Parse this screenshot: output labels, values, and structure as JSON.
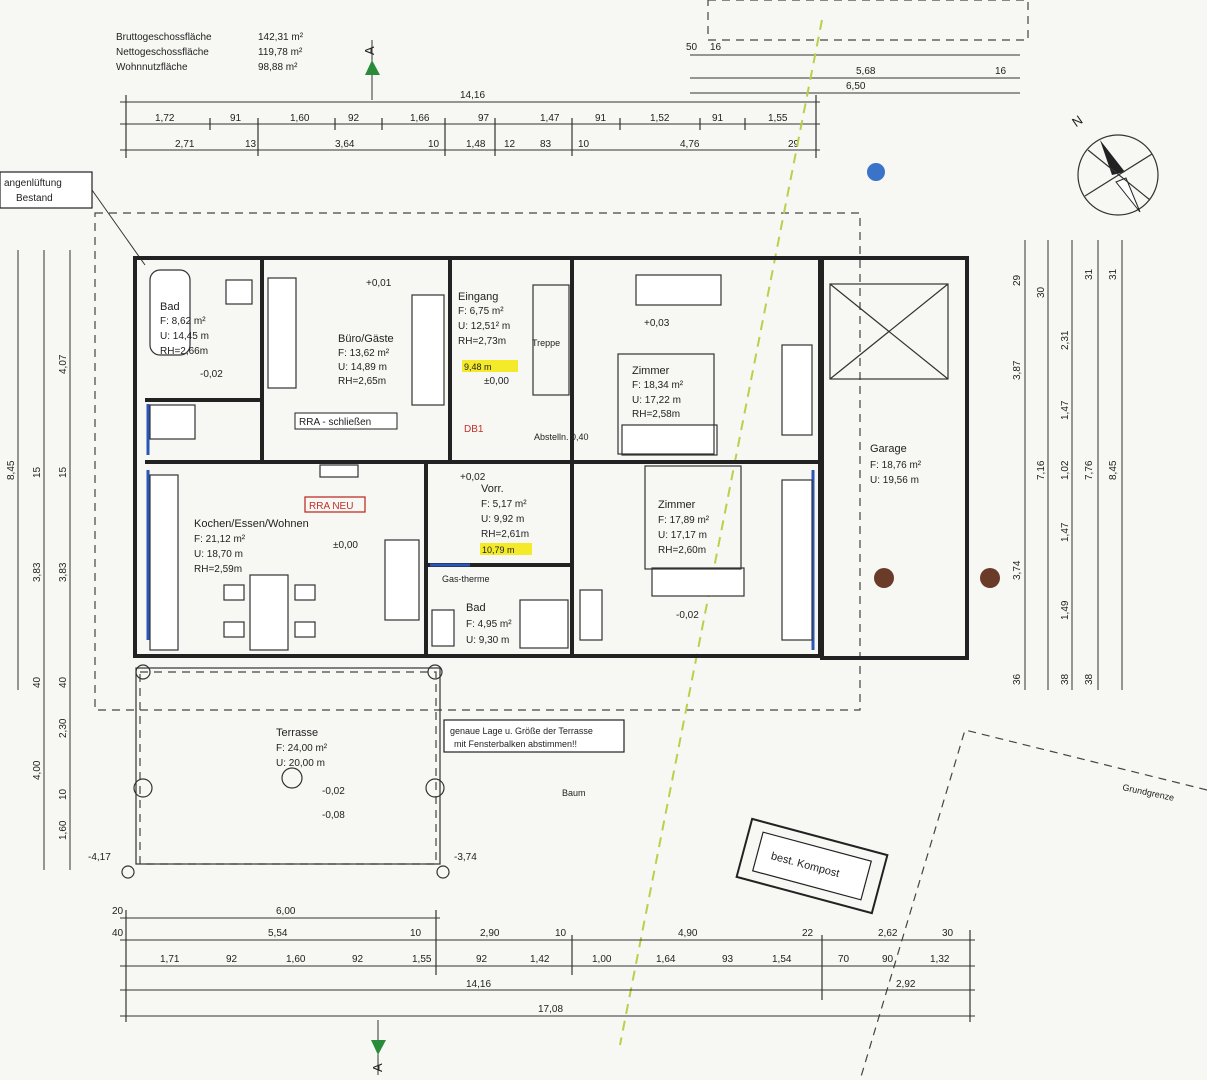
{
  "summary": [
    {
      "label": "Bruttogeschossfläche",
      "value": "142,31 m²"
    },
    {
      "label": "Nettogeschossfläche",
      "value": "119,78 m²"
    },
    {
      "label": "Wohnnutzfläche",
      "value": "98,88 m²"
    }
  ],
  "section_marker": "A",
  "north_label": "N",
  "callout": {
    "line1": "angenlüftung",
    "line2": "Bestand"
  },
  "rooms": {
    "bad_top": {
      "name": "Bad",
      "f": "F: 8,62 m²",
      "u": "U: 14,45 m",
      "rh": "RH=2,66m"
    },
    "buero": {
      "name": "Büro/Gäste",
      "f": "F: 13,62 m²",
      "u": "U: 14,89 m",
      "rh": "RH=2,65m"
    },
    "eingang": {
      "name": "Eingang",
      "f": "F: 6,75 m²",
      "u": "U: 12,51² m",
      "rh": "RH=2,73m"
    },
    "zimmer1": {
      "name": "Zimmer",
      "f": "F: 18,34 m²",
      "u": "U: 17,22 m",
      "rh": "RH=2,58m"
    },
    "garage": {
      "name": "Garage",
      "f": "F: 18,76 m²",
      "u": "U: 19,56 m"
    },
    "kochen": {
      "name": "Kochen/Essen/Wohnen",
      "f": "F: 21,12 m²",
      "u": "U: 18,70 m",
      "rh": "RH=2,59m"
    },
    "vorr": {
      "name": "Vorr.",
      "f": "F: 5,17 m²",
      "u": "U: 9,92 m",
      "rh": "RH=2,61m"
    },
    "zimmer2": {
      "name": "Zimmer",
      "f": "F: 17,89 m²",
      "u": "U: 17,17 m",
      "rh": "RH=2,60m"
    },
    "bad_bottom": {
      "name": "Bad",
      "f": "F: 4,95 m²",
      "u": "U: 9,30 m"
    },
    "terrasse": {
      "name": "Terrasse",
      "f": "F: 24,00 m²",
      "u": "U: 20,00 m"
    }
  },
  "labels": {
    "rra_schliessen": "RRA - schließen",
    "rra_neu": "RRA NEU",
    "treppe": "Treppe",
    "abstelln": "Abstelln. 0,40",
    "therme": "Gas-therme",
    "note_line1": "genaue Lage u. Größe der Terrasse",
    "note_line2": "mit Fensterbalken abstimmen!!",
    "kompost": "best. Kompost",
    "grundgrenze": "Grundgrenze",
    "baum": "Baum",
    "highlight_a": "9,48 m",
    "highlight_b": "10,79 m",
    "db1": "DB1"
  },
  "levels": {
    "bad": "-0,02",
    "buero": "+0,01",
    "eingang": "±0,00",
    "zimmer1": "+0,03",
    "kochen": "±0,00",
    "vorr": "+0,02",
    "zimmer2": "-0,02",
    "terr1": "-0,02",
    "terr2": "-0,08",
    "left": "-4,17",
    "right": "-3,74"
  },
  "dims": {
    "top_total": "14,16",
    "top_row1": [
      "1,72",
      "91",
      "1,60",
      "92",
      "1,66",
      "97",
      "1,47",
      "91",
      "1,52",
      "91",
      "1,55"
    ],
    "top_row2": [
      "2,71",
      "13",
      "3,64",
      "10",
      "1,48",
      "12",
      "83",
      "10",
      "4,76",
      "29"
    ],
    "top_right_a": [
      "50",
      "16",
      "16"
    ],
    "top_right_b": "5,68",
    "top_right_c": "6,50",
    "bottom_row1": [
      "20",
      "6,00"
    ],
    "bottom_row2": [
      "40",
      "5,54",
      "10",
      "2,90",
      "10",
      "4,90",
      "22",
      "2,62",
      "30"
    ],
    "bottom_row3": [
      "1,71",
      "92",
      "1,60",
      "92",
      "1,55",
      "92",
      "1,42",
      "1,00",
      "1,64",
      "93",
      "1,54",
      "70",
      "90",
      "1,32"
    ],
    "bottom_total": "14,16",
    "bottom_total2": "17,08",
    "bottom_right": "2,92",
    "left_a": [
      "8,45",
      "15",
      "3,83",
      "40"
    ],
    "left_b": [
      "4,07",
      "15",
      "3,83",
      "40",
      "2,30",
      "4,00",
      "10",
      "1,60"
    ],
    "right_a": [
      "29",
      "30",
      "2,31",
      "1,47",
      "1,02",
      "1,47",
      "1,49",
      "38"
    ],
    "right_b": [
      "3,87",
      "7,16",
      "3,74",
      "36"
    ],
    "right_c": [
      "31",
      "31",
      "7,76",
      "38",
      "8,45"
    ]
  }
}
